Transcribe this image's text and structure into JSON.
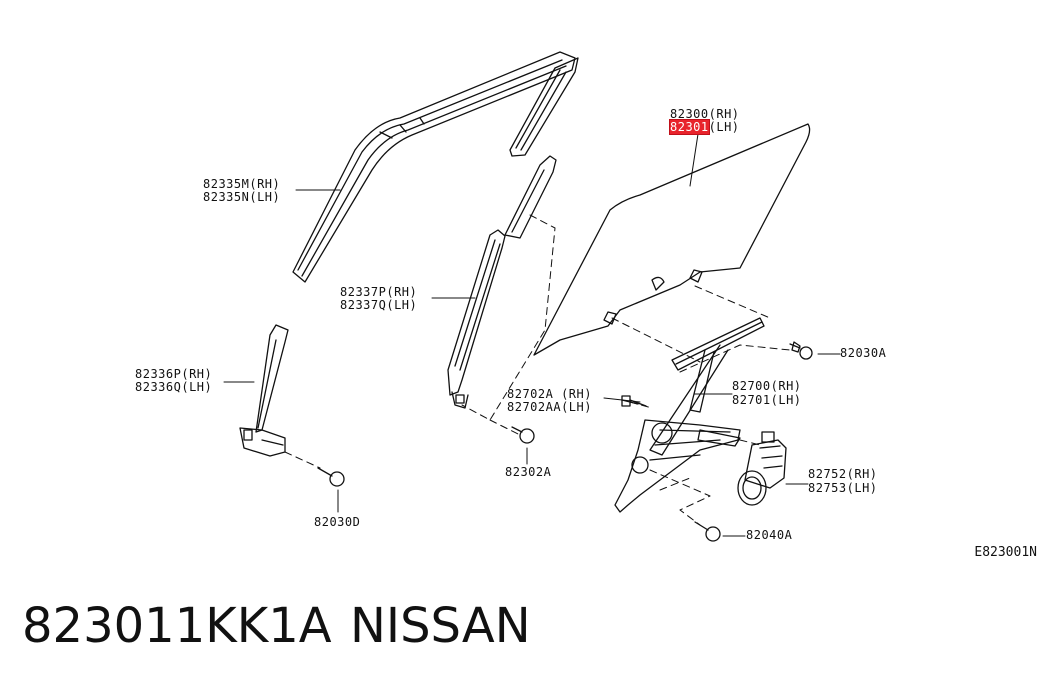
{
  "labels": {
    "glass": {
      "rh": "82300(RH)",
      "lh_part": "82301",
      "lh_suffix": "(LH)"
    },
    "sash_front": {
      "rh": "82335M(RH)",
      "lh": "82335N(LH)"
    },
    "channel_rear": {
      "rh": "82337P(RH)",
      "lh": "82337Q(LH)"
    },
    "channel_front": {
      "rh": "82336P(RH)",
      "lh": "82336Q(LH)"
    },
    "bolt_stud": {
      "rh": "82702A (RH)",
      "lh": "82702AA(LH)"
    },
    "regulator": {
      "rh": "82700(RH)",
      "lh": "82701(LH)"
    },
    "motor": {
      "rh": "82752(RH)",
      "lh": "82753(LH)"
    },
    "bolt_82030a": "82030A",
    "bolt_82302a": "82302A",
    "bolt_82030d": "82030D",
    "bolt_82040a": "82040A"
  },
  "diagram_code": "E823001N",
  "footer": {
    "part_number": "823011KK1A",
    "brand": "NISSAN"
  },
  "colors": {
    "highlight": "#e8242c",
    "ink": "#111111"
  }
}
